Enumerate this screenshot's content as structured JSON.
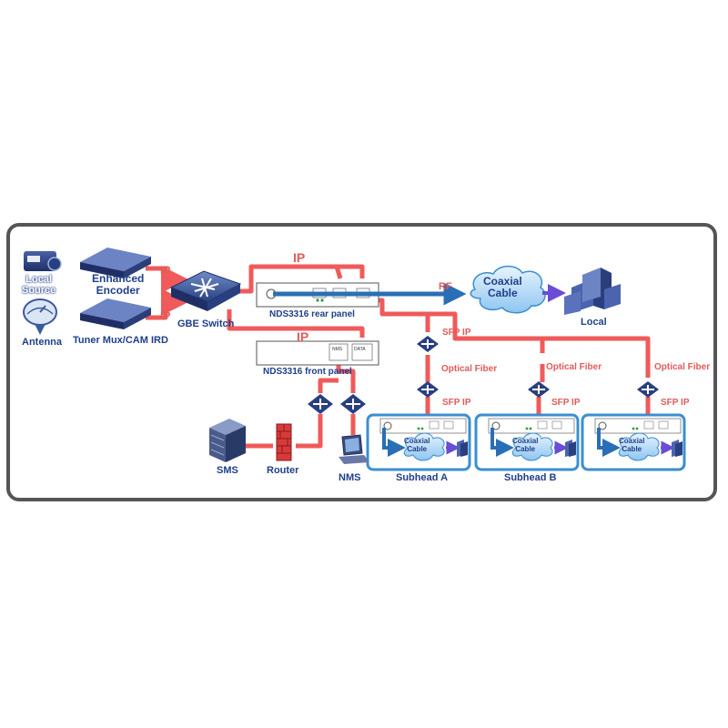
{
  "sources": {
    "local_source": "Local\nSource",
    "antenna": "Antenna",
    "enhanced_encoder": "Enhanced\nEncoder",
    "tuner_ird": "Tuner Mux/CAM IRD"
  },
  "network": {
    "gbe_switch": "GBE Switch",
    "ip_labels": [
      "IP",
      "IP",
      "IP",
      "IP"
    ],
    "rear_panel": "NDS3316 rear panel",
    "front_panel": "NDS3316 front panel",
    "front_ports": [
      "NMS",
      "DATA"
    ],
    "rf": "RF",
    "coaxial_cable": "Coaxial\nCable",
    "local": "Local"
  },
  "distribution": {
    "sfp_ip": "SFP IP",
    "optical_fiber": "Optical Fiber",
    "subheads": [
      {
        "name": "Subhead A",
        "cable": "Coaxial\nCable"
      },
      {
        "name": "Subhead B",
        "cable": "Coaxial\nCable"
      },
      {
        "name": "",
        "cable": "Coaxial\nCable"
      }
    ]
  },
  "management": {
    "sms": "SMS",
    "router": "Router",
    "nms": "NMS"
  },
  "colors": {
    "link_red": "#f05a5a",
    "rf_blue": "#2a6fb5",
    "frame_gray": "#555555",
    "subhead_border": "#3a8fd0",
    "device_navy": "#2c3e7a"
  }
}
